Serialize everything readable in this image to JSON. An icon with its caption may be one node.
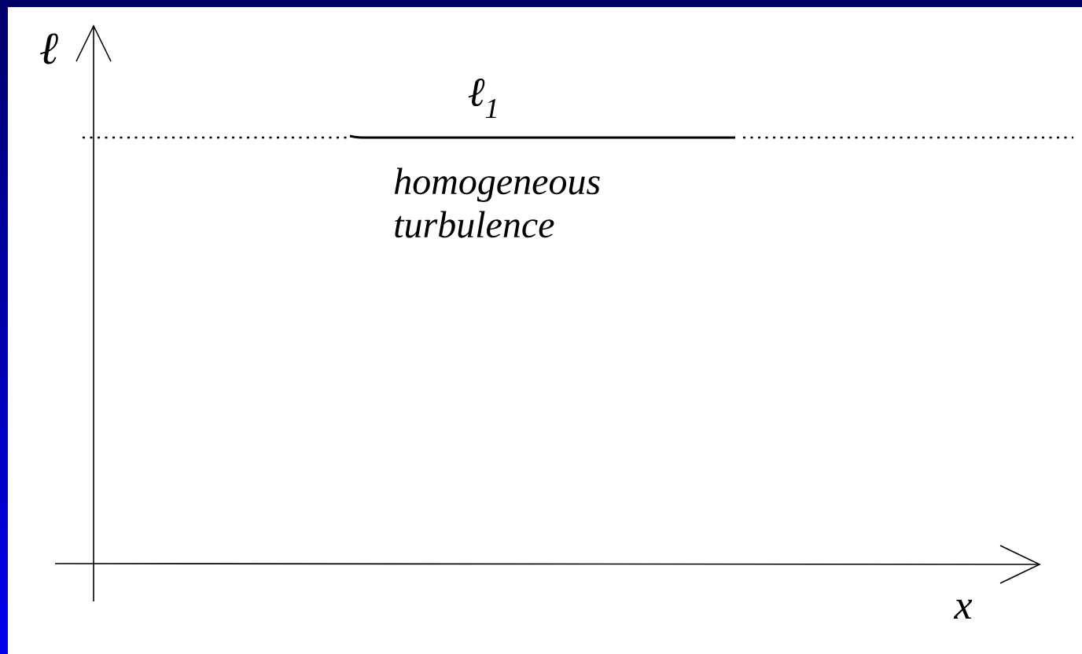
{
  "diagram": {
    "labels": [
      "ℓ",
      "ℓ$_{1}$",
      "homogeneous turbulence",
      "x"
    ]
  }
}
